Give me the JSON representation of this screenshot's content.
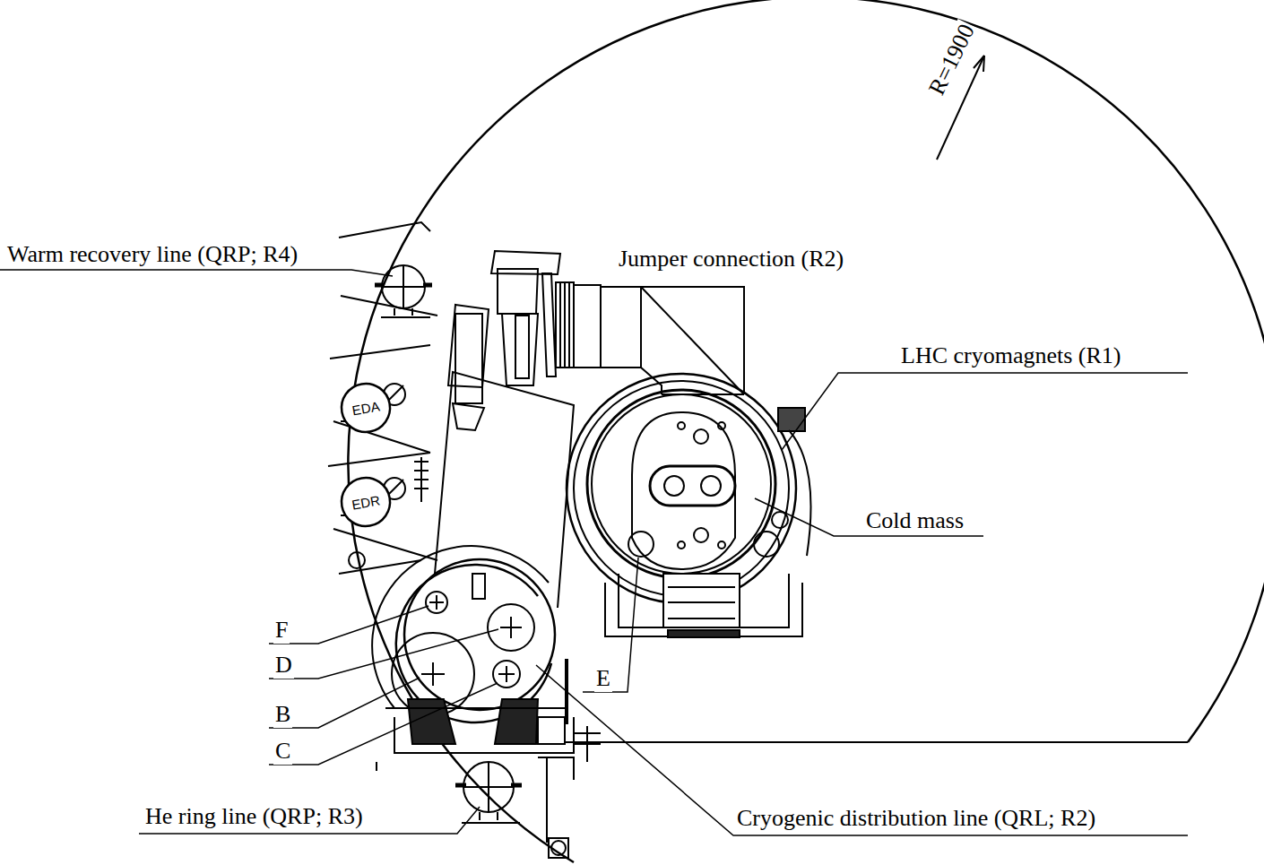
{
  "diagram": {
    "nodes": [
      {
        "text": [
          "EDA"
        ]
      },
      {
        "text": [
          "EDR"
        ]
      }
    ],
    "labels": [
      "R=1900",
      "Warm recovery line (QRP; R4)",
      "Jumper connection (R2)",
      "LHC cryomagnets (R1)",
      "Cold mass",
      "F",
      "D",
      "B",
      "C",
      "E",
      "He ring line (QRP; R3)",
      "Cryogenic distribution line (QRL; R2)"
    ]
  }
}
